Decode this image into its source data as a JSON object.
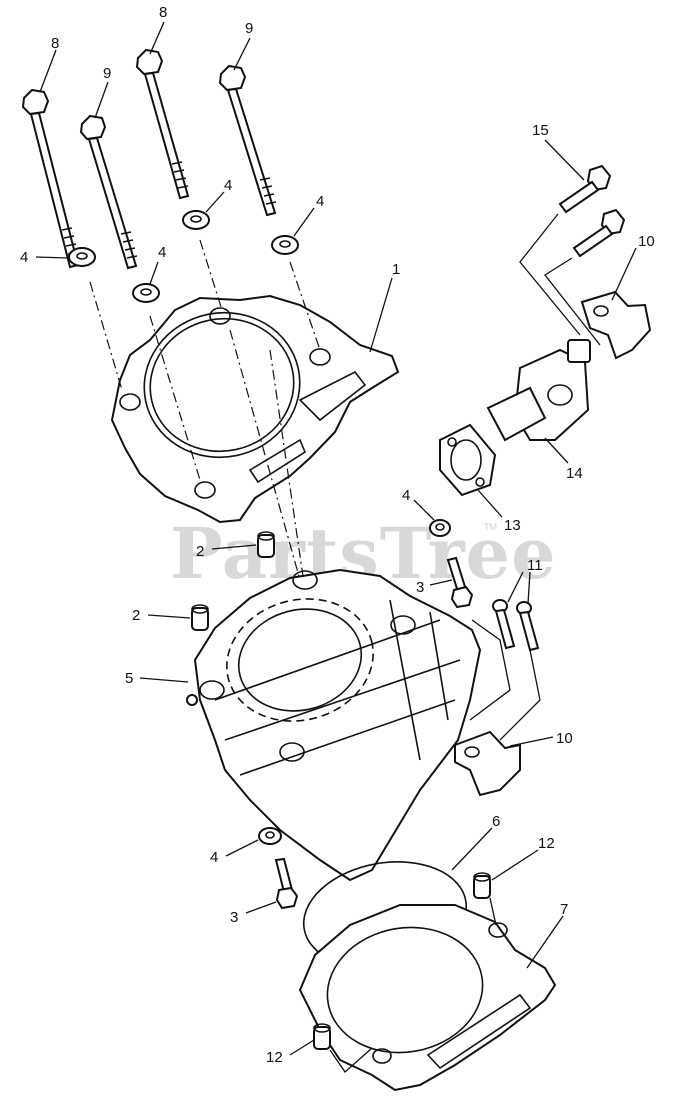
{
  "watermark": "PartsTree",
  "trademark": "TM",
  "callouts": {
    "head_gasket": "1",
    "dowel_pin": "2",
    "short_bolt": "3",
    "washer": "4",
    "cylinder": "5",
    "o_ring": "6",
    "base_gasket": "7",
    "long_stud_a": "8",
    "long_stud_b": "9",
    "bracket": "10",
    "small_bolt": "11",
    "dowel_pin_b": "12",
    "tensioner_gasket": "13",
    "cam_chain_tensioner": "14",
    "tensioner_bolt": "15"
  }
}
